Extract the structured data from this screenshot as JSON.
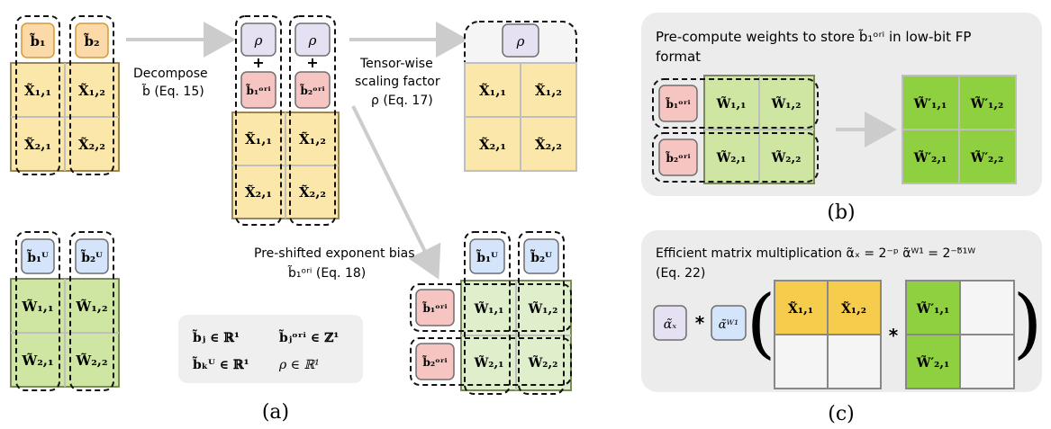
{
  "colors": {
    "b_fill": "#fbd9a8",
    "b_stroke": "#d49a3a",
    "x_fill": "#fbe7a9",
    "x_strong": "#f6cc4c",
    "x_stroke": "#b79a5a",
    "rho_fill": "#e6e0f3",
    "ori_fill": "#f6c4c1",
    "bw_fill": "#d4e4fb",
    "w_fill": "#cfe6a3",
    "w_light": "#dfeecb",
    "w_strong": "#8ed03f",
    "panel_bg": "#ececec",
    "note_bg": "#efefef",
    "arrow": "#cccccc",
    "dash": "#111111"
  },
  "panel_a": {
    "caption": "(a)",
    "decompose": "Decompose",
    "decompose_eq": "b̃ (Eq. 15)",
    "tensorwise": "Tensor-wise",
    "scaling": "scaling factor",
    "scaling_eq": "ρ (Eq. 17)",
    "preshift": "Pre-shifted exponent bias",
    "preshift_eq": "b̃₁ᵒʳⁱ (Eq. 18)",
    "plus": "+"
  },
  "labels": {
    "b1": "b̃₁",
    "b2": "b̃₂",
    "bw1": "b̃₁ᵂ",
    "bw2": "b̃₂ᵂ",
    "rho": "ρ",
    "bori1": "b̃₁ᵒʳⁱ",
    "bori2": "b̃₂ᵒʳⁱ",
    "x11": "X̃₁,₁",
    "x12": "X̃₁,₂",
    "x21": "X̃₂,₁",
    "x22": "X̃₂,₂",
    "w11": "W̃₁,₁",
    "w12": "W̃₁,₂",
    "w21": "W̃₂,₁",
    "w22": "W̃₂,₂",
    "wp11": "W̃′₁,₁",
    "wp12": "W̃′₁,₂",
    "wp21": "W̃′₂,₁",
    "wp22": "W̃′₂,₂",
    "alpha_x": "α̃ₓ",
    "alpha_w": "α̃ᵂ¹",
    "star": "*"
  },
  "legend": {
    "r1c1": "b̃ⱼ  ∈ ℝ¹",
    "r1c2": "b̃ⱼᵒʳⁱ ∈ ℤ¹",
    "r2c1": "b̃ₖᵂ ∈ ℝ¹",
    "r2c2": "ρ     ∈ ℝ¹"
  },
  "panel_b": {
    "caption": "(b)",
    "title_line1": "Pre-compute weights to store b̃₁ᵒʳⁱ in low-bit FP",
    "title_line2": "format"
  },
  "panel_c": {
    "caption": "(c)",
    "title_line1": "Efficient matrix multiplication α̃ₓ = 2⁻ᵖ α̃ᵂ¹ = 2⁻ᵇ̃¹ᵂ",
    "title_line2": "(Eq. 22)"
  }
}
